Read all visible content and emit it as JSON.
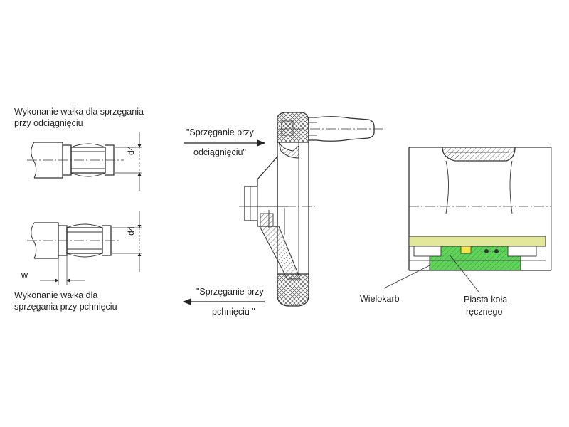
{
  "labels": {
    "pull_variant_line1": "Wykonanie wałka dla sprzęgania",
    "pull_variant_line2": "przy odciągnięciu",
    "push_variant_line1": "Wykonanie wałka dla",
    "push_variant_line2": "sprzęgania przy pchnięciu",
    "pull_coupling_line1": "\"Sprzęganie przy",
    "pull_coupling_line2": "odciągnięciu\"",
    "push_coupling_line1": "\"Sprzęganie przy",
    "push_coupling_line2": "pchnięciu \"",
    "dim_d4_top": "d4",
    "dim_d4_bottom": "d4",
    "dim_w": "w",
    "spline": "Wielokarb",
    "hub_line1": "Piasta koła",
    "hub_line2": "ręcznego"
  },
  "colors": {
    "line": "#333333",
    "hub_green": "#5fd35a",
    "sleeve_yellow": "#e3e79a",
    "key_yellow": "#f2e64a",
    "hatch": "#555555"
  }
}
